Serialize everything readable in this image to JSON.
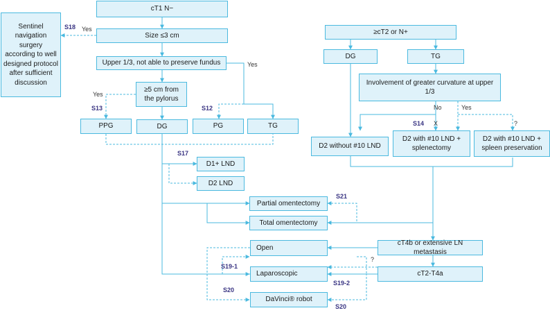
{
  "colors": {
    "box_fill": "#dff2fa",
    "box_border": "#4ab9df",
    "line": "#4ab9df",
    "tag": "#3a3583"
  },
  "boxes": {
    "ct1n": "cT1 N−",
    "size": "Size ≤3 cm",
    "sns": "Sentinel navigation surgery according to well designed protocol after sufficient discussion",
    "upper": "Upper 1/3, not able to preserve fundus",
    "five_cm": "≥5 cm from the pylorus",
    "ppg": "PPG",
    "dg_left": "DG",
    "pg": "PG",
    "tg_left": "TG",
    "ct2": "≥cT2 or N+",
    "dg_right": "DG",
    "tg_right": "TG",
    "greater": "Involvement of greater curvature at upper 1/3",
    "d2_no10": "D2 without #10 LND",
    "d2_splen": "D2 with #10 LND + splenectomy",
    "d2_spres": "D2 with #10 LND + spleen preservation",
    "d1plus": "D1+ LND",
    "d2lnd": "D2 LND",
    "partial": "Partial omentectomy",
    "total": "Total omentectomy",
    "open": "Open",
    "lap": "Laparoscopic",
    "davinci": "DaVinci® robot",
    "ct4b": "cT4b or extensive LN metastasis",
    "ct2t4a": "cT2-T4a"
  },
  "tags": {
    "s18": "S18",
    "s13": "S13",
    "s12": "S12",
    "s14": "S14",
    "s17": "S17",
    "s21": "S21",
    "s19_1": "S19-1",
    "s19_2": "S19-2",
    "s20_a": "S20",
    "s20_b": "S20"
  },
  "labels": {
    "yes_s18": "Yes",
    "yes_upper": "Yes",
    "yes_s13": "Yes",
    "no_greater": "No",
    "yes_greater": "Yes",
    "x_s14": "X",
    "q_spleen": "?",
    "q_ct4b": "?"
  }
}
